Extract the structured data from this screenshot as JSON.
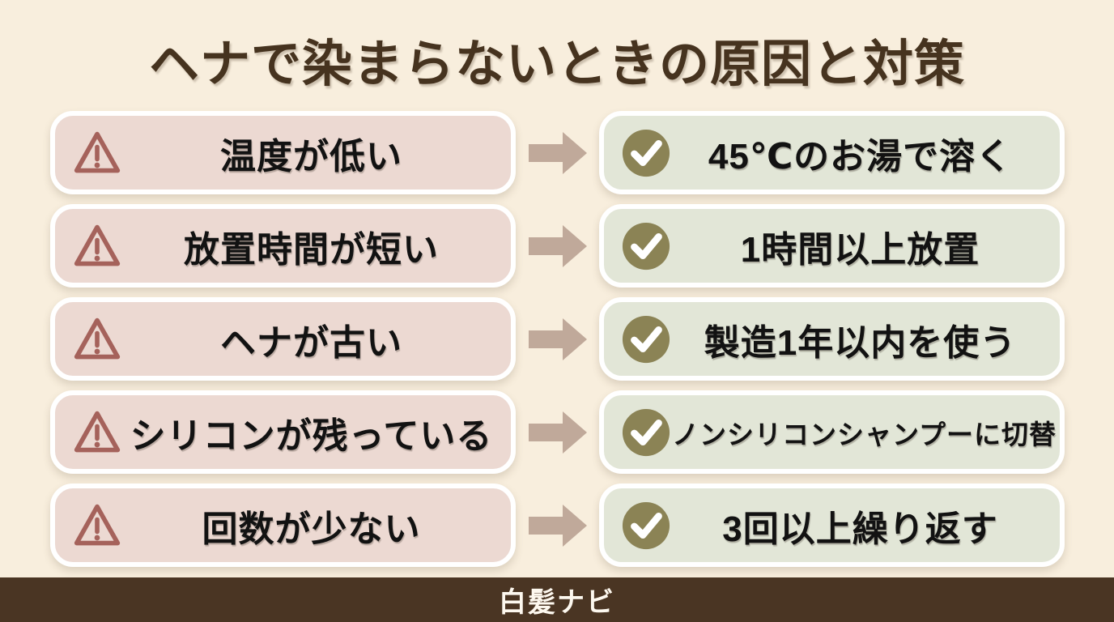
{
  "title": "ヘナで染まらないときの原因と対策",
  "rows": [
    {
      "problem": "温度が低い",
      "solution": "45℃のお湯で溶く"
    },
    {
      "problem": "放置時間が短い",
      "solution": "1時間以上放置"
    },
    {
      "problem": "ヘナが古い",
      "solution": "製造1年以内を使う"
    },
    {
      "problem": "シリコンが残っている",
      "solution": "ノンシリコンシャンプーに切替"
    },
    {
      "problem": "回数が少ない",
      "solution": "3回以上繰り返す"
    }
  ],
  "footer": {
    "brand": "白髪ナビ"
  },
  "colors": {
    "background": "#f8eedd",
    "title_text": "#46331f",
    "problem_box_fill": "#ecd9d2",
    "solution_box_fill": "#e2e6d7",
    "box_border": "#ffffff",
    "warning_icon": "#a5625b",
    "check_icon_circle": "#8b8355",
    "check_icon_mark": "#ffffff",
    "arrow": "#c0a99a",
    "row_text": "#121212",
    "footer_bar": "#4a3523",
    "footer_text": "#fdf8ef"
  },
  "icons": {
    "problem": "warning-triangle-icon",
    "connector": "arrow-right-icon",
    "solution": "check-circle-icon"
  }
}
